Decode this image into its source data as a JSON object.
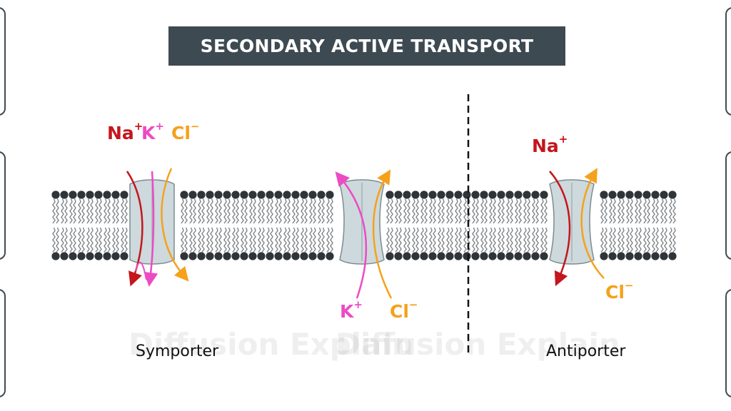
{
  "title": "SECONDARY ACTIVE TRANSPORT",
  "captions": {
    "symporter": "Symporter",
    "antiporter": "Antiporter"
  },
  "ions": {
    "sym_na": "Na",
    "sym_na_charge": "+",
    "sym_k": "K",
    "sym_k_charge": "+",
    "sym_cl": "Cl",
    "sym_cl_charge": "−",
    "mid_k": "K",
    "mid_k_charge": "+",
    "mid_cl": "Cl",
    "mid_cl_charge": "−",
    "anti_na": "Na",
    "anti_na_charge": "+",
    "anti_cl": "Cl",
    "anti_cl_charge": "−"
  },
  "colors": {
    "title_bg": "#3e4a52",
    "na": "#c4161c",
    "k": "#ec4bc4",
    "cl": "#f5a11c",
    "protein": "#cdd9dc",
    "head": "#2f3438"
  },
  "watermark": {
    "text": "Diffusion Explain"
  }
}
